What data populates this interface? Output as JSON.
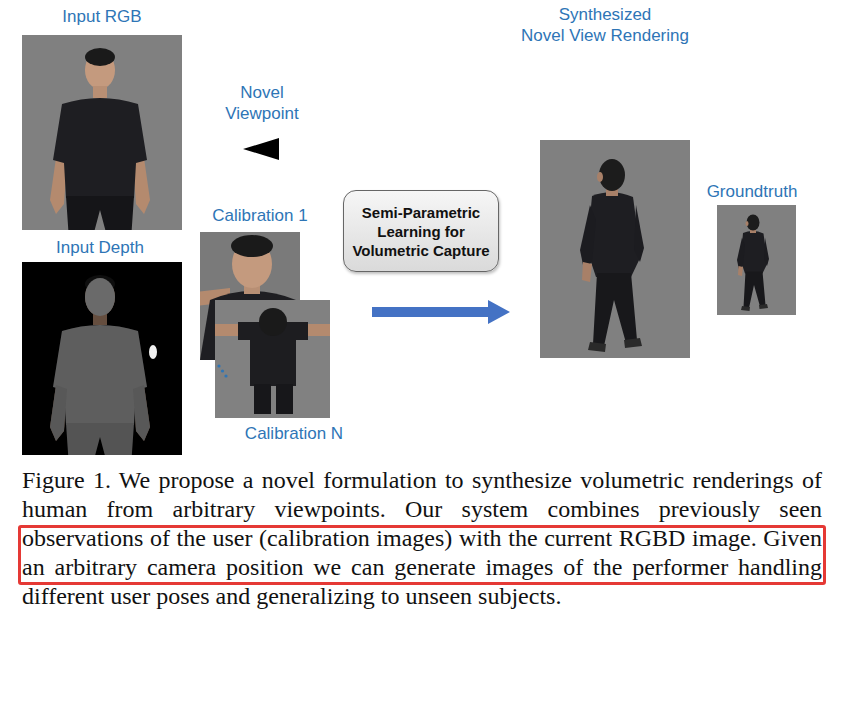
{
  "diagram": {
    "caption": "Figure 1. We propose a novel formulation to synthesize volumetric renderings of human from arbitrary viewpoints. Our system combines previously seen observations of the user (calibration images) with the current RGBD image. Given an arbitrary camera position we can generate images of the performer handling different user poses and generalizing to unseen subjects.",
    "nodes": [
      {
        "text": [
          "Semi-Parametric Learning for Volumetric Capture"
        ]
      }
    ],
    "labels": [
      "Input RGB",
      "Novel Viewpoint",
      "Input Depth",
      "Calibration 1",
      "Calibration N",
      "Synthesized",
      "Novel View Rendering",
      "Groundtruth"
    ]
  }
}
